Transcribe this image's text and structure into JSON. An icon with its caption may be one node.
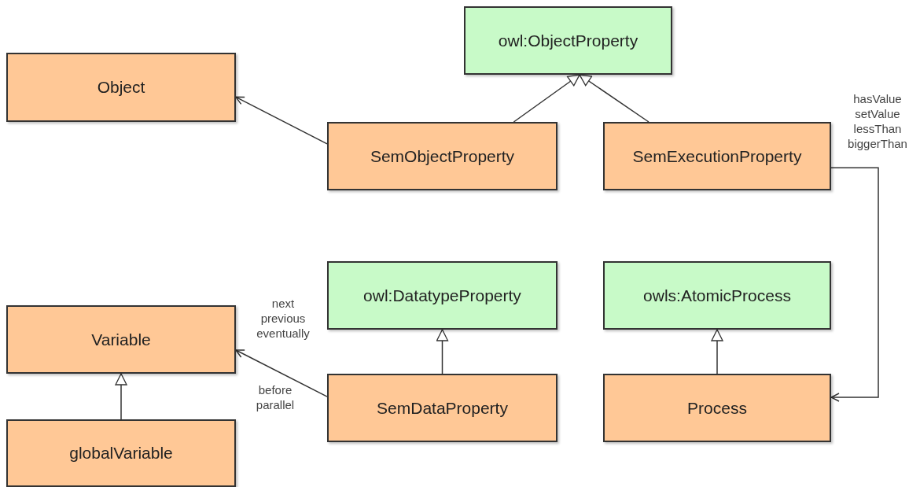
{
  "diagram": {
    "nodes": [
      {
        "text": [
          "owl:ObjectProperty"
        ]
      },
      {
        "text": [
          "Object"
        ]
      },
      {
        "text": [
          "SemObjectProperty"
        ]
      },
      {
        "text": [
          "SemExecutionProperty"
        ]
      },
      {
        "text": [
          "owl:DatatypeProperty"
        ]
      },
      {
        "text": [
          "owls:AtomicProcess"
        ]
      },
      {
        "text": [
          "Variable"
        ]
      },
      {
        "text": [
          "SemDataProperty"
        ]
      },
      {
        "text": [
          "Process"
        ]
      },
      {
        "text": [
          "globalVariable"
        ]
      }
    ],
    "edges": [
      {
        "from": 2,
        "to": 1,
        "arrow": "to"
      },
      {
        "from": 2,
        "to": 0,
        "arrow": "to"
      },
      {
        "from": 3,
        "to": 0,
        "arrow": "to"
      },
      {
        "from": 3,
        "to": 8,
        "arrow": "to",
        "label": "hasValue setValue lessThan biggerThan"
      },
      {
        "from": 7,
        "to": 6,
        "arrow": "to",
        "label": "next previous eventually"
      },
      {
        "from": 7,
        "to": 4,
        "arrow": "to"
      },
      {
        "from": 8,
        "to": 5,
        "arrow": "to"
      },
      {
        "from": 9,
        "to": 6,
        "arrow": "to"
      }
    ],
    "labels": [
      "before parallel"
    ]
  }
}
